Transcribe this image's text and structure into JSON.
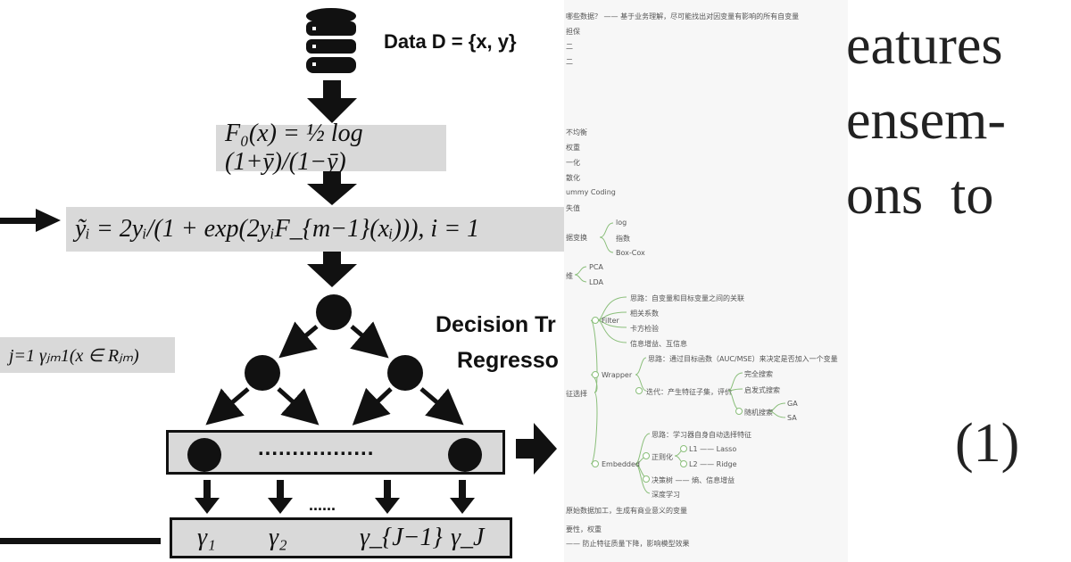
{
  "left": {
    "data_label": "Data D = {x, y}",
    "f0_formula": "F₀(x) = ½ log (1+ȳ)/(1−ȳ)",
    "ytilde_formula": "ỹᵢ = 2yᵢ/(1 + exp(2yᵢF_{m−1}(xᵢ))), i = 1",
    "left_partial_formula": "j=1 γⱼₘ1(x ∈ Rⱼₘ)",
    "tree_label_1": "Decision Tr",
    "tree_label_2": "Regresso",
    "leaf_dots": ".................",
    "gamma_dots": "......",
    "gammas": [
      "γ₁",
      "γ₂",
      "γ_{J−1}",
      "γ_J"
    ]
  },
  "middle": {
    "lines": [
      {
        "text": "哪些数据？ —— 基于业务理解，尽可能找出对因变量有影响的所有自变量"
      },
      {
        "text": "担保"
      },
      {
        "text": "二"
      },
      {
        "text": "二"
      },
      {
        "text": "不均衡"
      },
      {
        "text": "权重"
      },
      {
        "text": "一化"
      },
      {
        "text": "散化"
      },
      {
        "text": "ummy Coding"
      },
      {
        "text": "失值"
      },
      {
        "text": "log"
      },
      {
        "text": "据变换"
      },
      {
        "text": "指数"
      },
      {
        "text": "Box-Cox"
      },
      {
        "text": "PCA"
      },
      {
        "text": "维"
      },
      {
        "text": "LDA"
      },
      {
        "text": "思路：自变量和目标变量之间的关联"
      },
      {
        "text": "相关系数"
      },
      {
        "text": "Filter"
      },
      {
        "text": "卡方检验"
      },
      {
        "text": "信息增益、互信息"
      },
      {
        "text": "思路：通过目标函数（AUC/MSE）来决定是否加入一个变量"
      },
      {
        "text": "Wrapper"
      },
      {
        "text": "完全搜索"
      },
      {
        "text": "征选择"
      },
      {
        "text": "迭代：产生特征子集，评价"
      },
      {
        "text": "启发式搜索"
      },
      {
        "text": "GA"
      },
      {
        "text": "随机搜索"
      },
      {
        "text": "SA"
      },
      {
        "text": "思路：学习器自身自动选择特征"
      },
      {
        "text": "L1 —— Lasso"
      },
      {
        "text": "正则化"
      },
      {
        "text": "L2 —— Ridge"
      },
      {
        "text": "Embedded"
      },
      {
        "text": "决策树 —— 熵、信息增益"
      },
      {
        "text": "深度学习"
      },
      {
        "text": "原始数据加工，生成有商业意义的变量"
      },
      {
        "text": "要性，权重"
      },
      {
        "text": "—— 防止特征质量下降，影响模型效果"
      }
    ]
  },
  "right": {
    "line1": "eatures",
    "line2": "ensem-",
    "line3": "ons  to",
    "eq_number": "(1)"
  }
}
